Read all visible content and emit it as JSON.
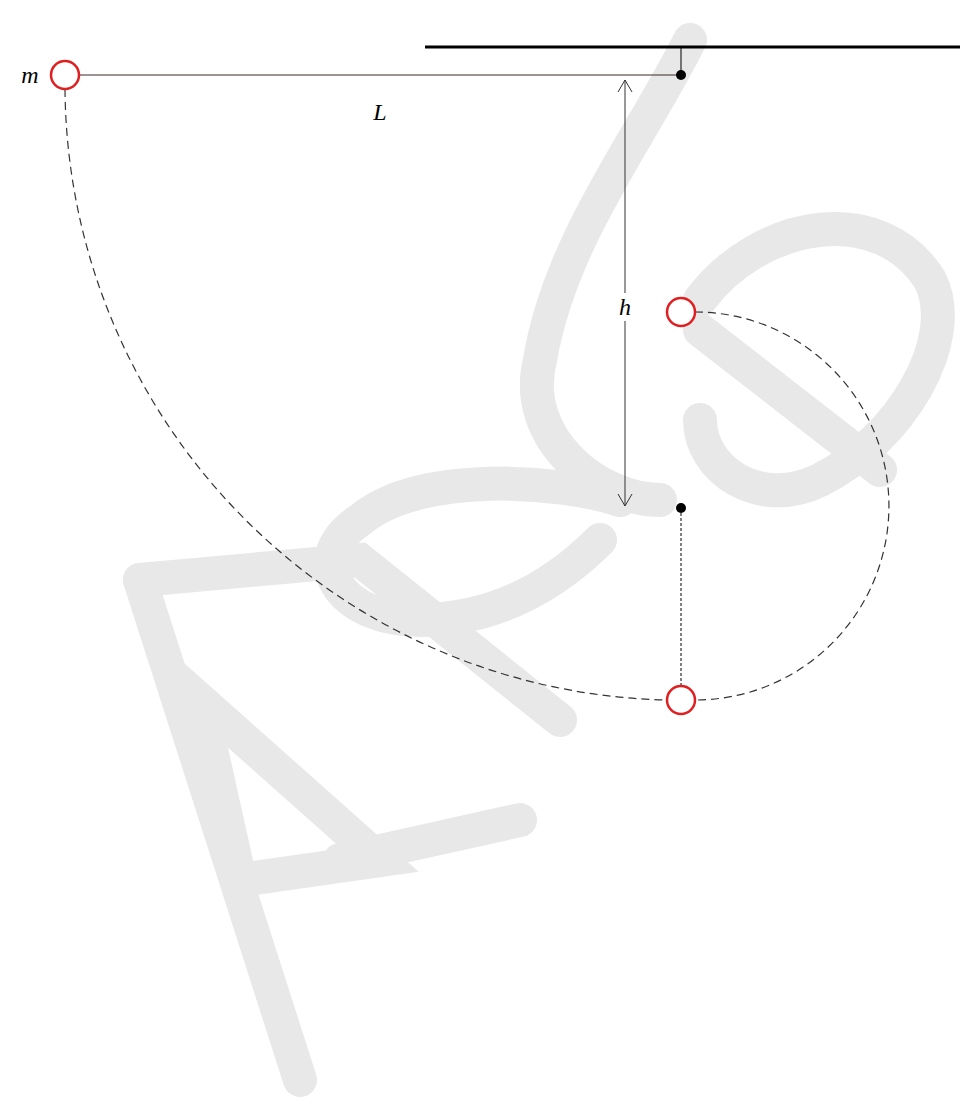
{
  "diagram": {
    "labels": [
      "m",
      "L",
      "h"
    ]
  }
}
